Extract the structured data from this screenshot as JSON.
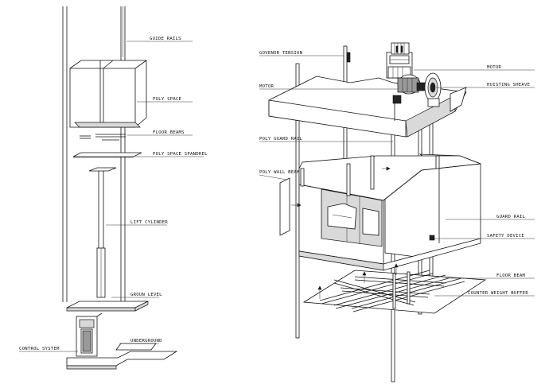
{
  "diagram": {
    "left_labels": {
      "guide_rails": "GUIDE RAILS",
      "poly_space": "POLY SPACE",
      "floor_beams": "FLOOR BEAMS",
      "poly_space_spandrel": "POLY SPACE SPANDREL",
      "lift_cylinder": "LIFT CYLINDER",
      "groun_level": "GROUN LEVEL",
      "underground": "UNDERGROUND",
      "control_system": "CONTROL SYSTEM"
    },
    "right_labels": {
      "govenor_tension": "GOVENOR TENSION",
      "motor_left": "MOTOR",
      "motor_right": "MOTOR",
      "hoisting_sheave": "HOISTING SHEAVE",
      "poly_guard_rail": "POLY GUARD RAIL",
      "poly_wall_beam": "POLY WALL BEAM",
      "guard_rail": "GUARD RAIL",
      "safety_device": "SAFETY DEVICE",
      "floor_beam": "FLOOR BEAM",
      "counter_weight_buffer": "COUNTER WEIGHT BUFFER"
    }
  }
}
